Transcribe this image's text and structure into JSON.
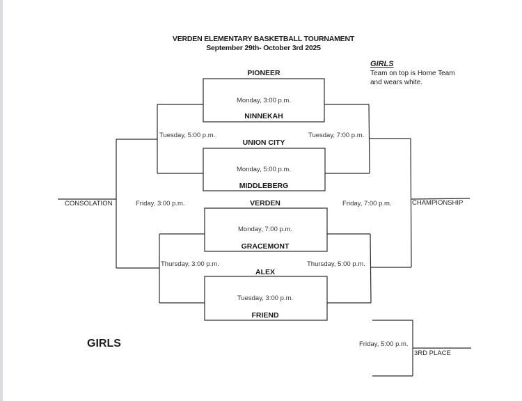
{
  "header": {
    "title": "VERDEN ELEMENTARY BASKETBALL TOURNAMENT",
    "dates": "September 29th- October 3rd 2025"
  },
  "note": {
    "heading": "GIRLS",
    "line1": "Team on top is Home Team",
    "line2": "and wears white."
  },
  "division_label": "GIRLS",
  "first_round": [
    {
      "home": "PIONEER",
      "away": "NINNEKAH",
      "time": "Monday, 3:00 p.m."
    },
    {
      "home": "UNION CITY",
      "away": "MIDDLEBERG",
      "time": "Monday, 5:00 p.m."
    },
    {
      "home": "VERDEN",
      "away": "GRACEMONT",
      "time": "Monday, 7:00 p.m."
    },
    {
      "home": "ALEX",
      "away": "FRIEND",
      "time": "Tuesday, 3:00 p.m."
    }
  ],
  "consolation_bracket": {
    "top_game": "Tuesday, 5:00 p.m.",
    "bottom_game": "Thursday, 3:00 p.m.",
    "final_game": "Friday, 3:00 p.m.",
    "label": "CONSOLATION"
  },
  "championship_bracket": {
    "top_game": "Tuesday, 7:00 p.m.",
    "bottom_game": "Thursday, 5:00 p.m.",
    "final_game": "Friday, 7:00 p.m.",
    "label": "CHAMPIONSHIP"
  },
  "third_place": {
    "game": "Friday, 5:00 p.m.",
    "label": "3RD PLACE"
  }
}
